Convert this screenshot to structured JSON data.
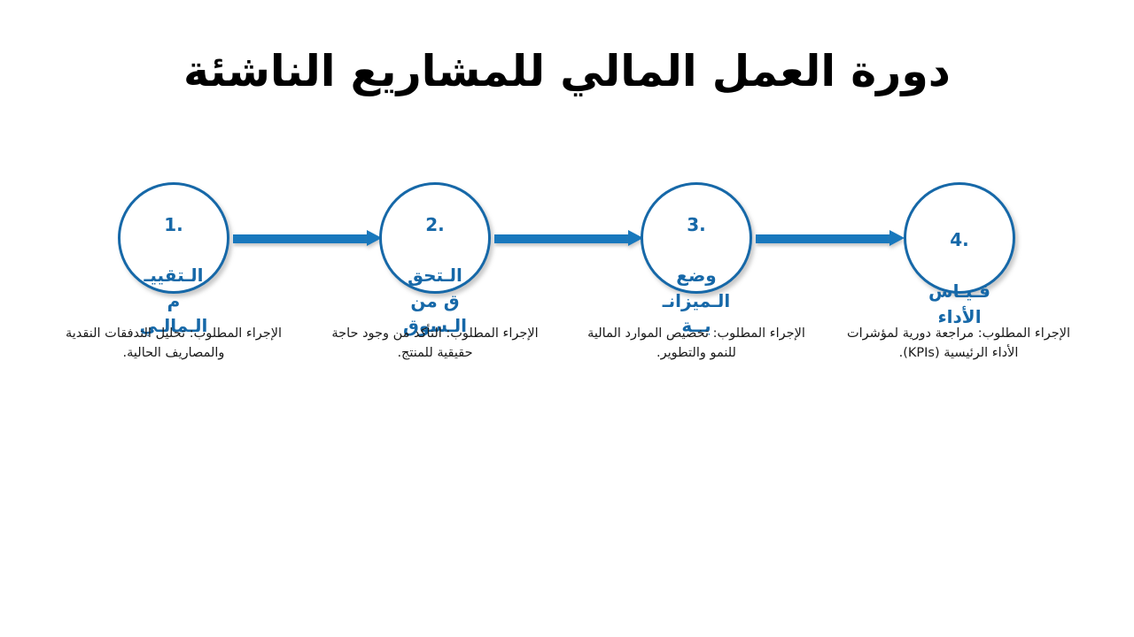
{
  "slide": {
    "title": "دورة العمل المالي للمشاريع الناشئة",
    "background_color": "#ffffff",
    "accent_color": "#1668a8",
    "arrow_color": "#1878bd",
    "title_color": "#000000",
    "caption_color": "#1a1a1a"
  },
  "steps": [
    {
      "number": "1.",
      "label": "الـتقييـ\nم\nالـمالـي",
      "label_full": "التقييم المالي",
      "caption": "الإجراء المطلوب: تحليل التدفقات النقدية والمصاريف الحالية."
    },
    {
      "number": "2.",
      "label": "الـتحق\nق من\nالـسوق",
      "label_full": "التحقق من السوق",
      "caption": "الإجراء المطلوب: التأكد من وجود حاجة حقيقية للمنتج."
    },
    {
      "number": "3.",
      "label": "وضع\nالـميزانـ\nيــة",
      "label_full": "وضع الميزانية",
      "caption": "الإجراء المطلوب: تخصيص الموارد المالية للنمو والتطوير."
    },
    {
      "number": "4.",
      "label": "قـيـاس\nالأداء",
      "label_full": "قياس الأداء",
      "caption": "الإجراء المطلوب: مراجعة دورية لمؤشرات الأداء الرئيسية (KPIs)."
    }
  ],
  "arrows": [
    {
      "name": "arrow-step1-to-step2",
      "direction": "left"
    },
    {
      "name": "arrow-step2-to-step3",
      "direction": "left"
    },
    {
      "name": "arrow-step3-to-step4",
      "direction": "left"
    }
  ]
}
